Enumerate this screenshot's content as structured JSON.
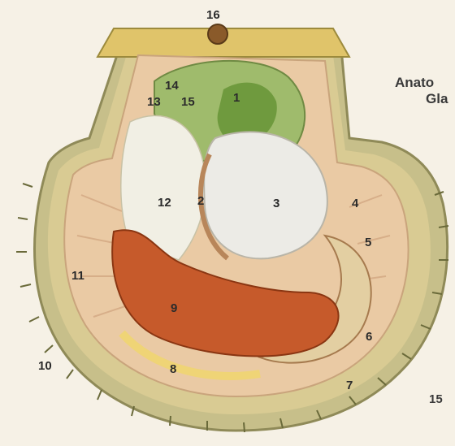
{
  "side_text": {
    "line1": "Anato",
    "line2": "Gla",
    "number": "15"
  },
  "labels": {
    "l1": "1",
    "l2": "2",
    "l3": "3",
    "l4": "4",
    "l5": "5",
    "l6": "6",
    "l7": "7",
    "l8": "8",
    "l9": "9",
    "l10": "10",
    "l11": "11",
    "l12": "12",
    "l13": "13",
    "l14": "14",
    "l15": "15",
    "l16": "16"
  },
  "colors": {
    "background": "#f6f1e6",
    "shell_outer_rim": "#b9b27c",
    "mantle_edge": "#dbc98a",
    "shell_inner": "#e8c9a6",
    "gonad": "#c95a2a",
    "digestive_gland": "#9ab56a",
    "adductor_muscle": "#ece8e0",
    "gill": "#e6d1a8",
    "hinge": "#d8b95c"
  }
}
